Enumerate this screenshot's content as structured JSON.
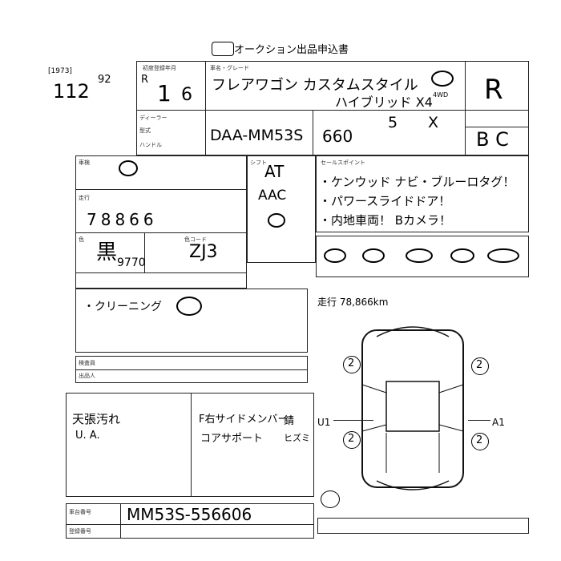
{
  "header": {
    "title": "オークション出品申込書"
  },
  "sheet": {
    "ref": "[1973]",
    "lot": "112",
    "lot_note": "92"
  },
  "vehicle": {
    "era": "R",
    "year": "1",
    "month": "6",
    "model": "フレアワゴン カスタムスタイル",
    "grade": "ハイブリッド X4",
    "code": "DAA-MM53S",
    "cc": "660",
    "doors": "5",
    "door_mark": "X",
    "drive": "4WD",
    "score": "R",
    "interior_grade": "B C",
    "shift": "AT",
    "aircon": "AAC",
    "mileage": "78866",
    "color": "黒",
    "color_sub": "9770",
    "color_code": "ZJ3",
    "chassis_no": "MM53S-556606",
    "odometer_note": "走行 78,866km"
  },
  "sales_points": [
    "・ケンウッド ナビ・ブルーロタグ！",
    "・パワースライドドア！",
    "・内地車両！ Bカメラ！"
  ],
  "notes": {
    "cleaning": "・クリーニング",
    "stain": "天張汚れ",
    "ua": "U. A.",
    "front_side_member": "F右サイドメンバー",
    "core_support": "コアサポート",
    "rust": "錆",
    "scratch": "ヒズミ"
  },
  "diagram": {
    "tires": [
      "2",
      "2",
      "2",
      "2"
    ],
    "marks": [
      "U1",
      "A1"
    ]
  }
}
